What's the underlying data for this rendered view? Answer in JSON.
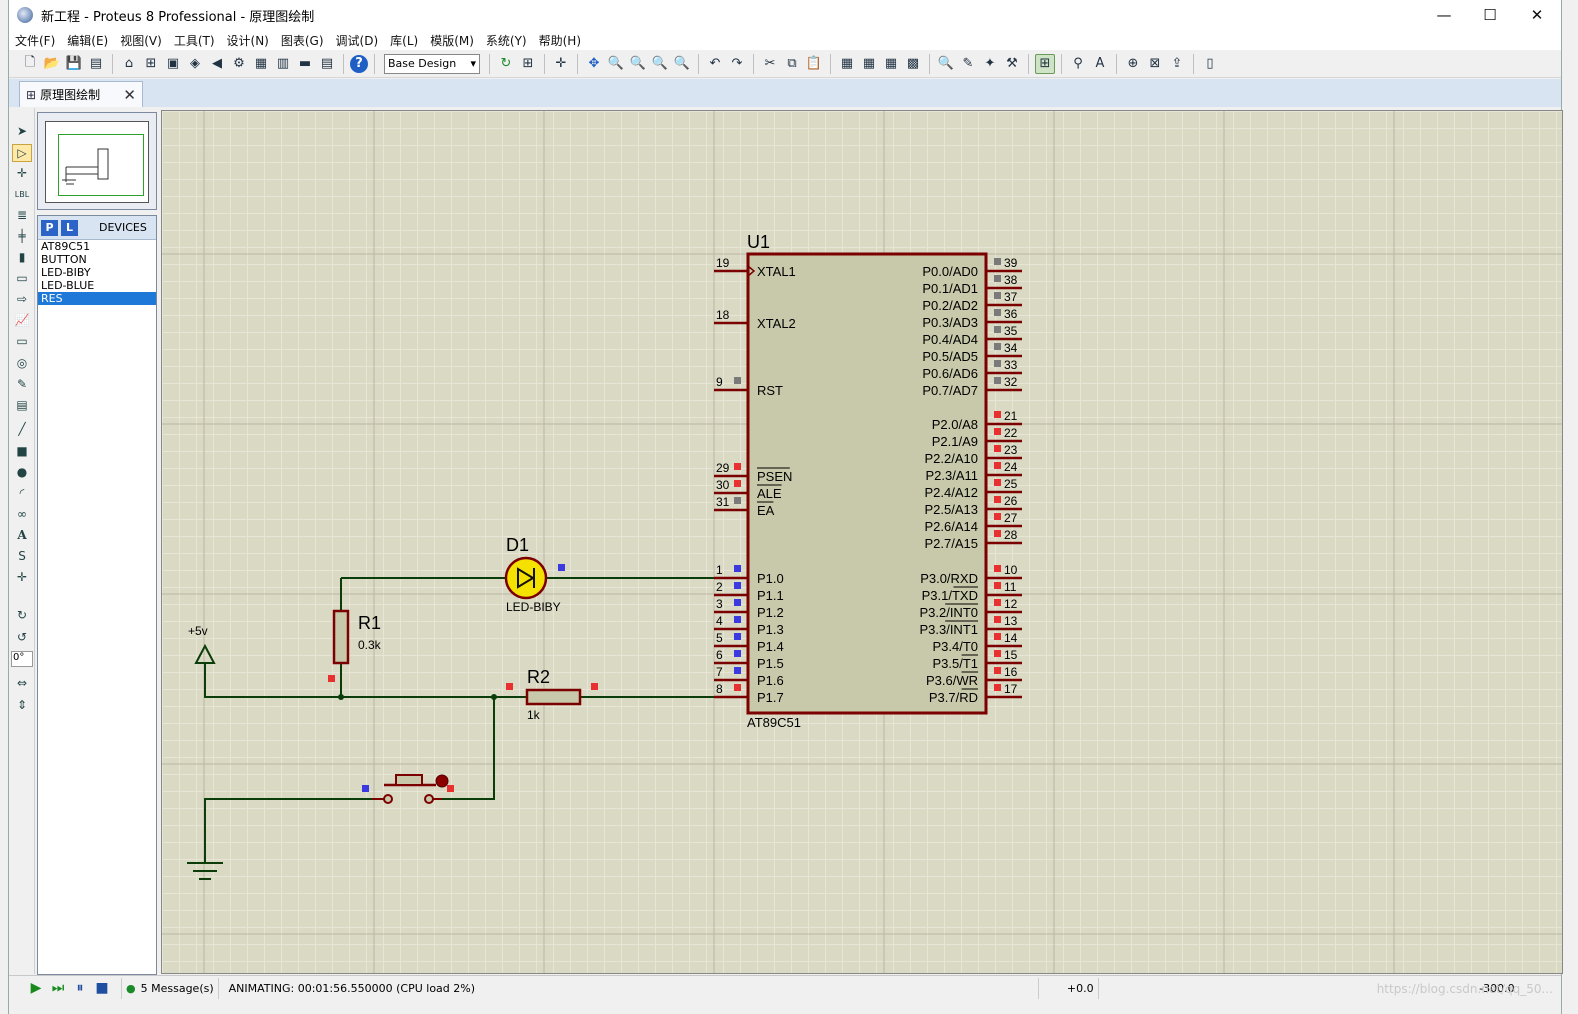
{
  "window": {
    "title": "新工程 - Proteus 8 Professional - 原理图绘制",
    "minimize": "—",
    "maximize": "☐",
    "close": "✕"
  },
  "menu": [
    "文件(F)",
    "编辑(E)",
    "视图(V)",
    "工具(T)",
    "设计(N)",
    "图表(G)",
    "调试(D)",
    "库(L)",
    "模版(M)",
    "系统(Y)",
    "帮助(H)"
  ],
  "toolbar": {
    "layer": "Base Design"
  },
  "tab": {
    "label": "原理图绘制"
  },
  "leftbar": {
    "angle": "0°"
  },
  "devices": {
    "p_button": "P",
    "l_button": "L",
    "header": "DEVICES",
    "items": [
      "AT89C51",
      "BUTTON",
      "LED-BIBY",
      "LED-BLUE",
      "RES"
    ],
    "selected": "RES"
  },
  "schematic": {
    "u1_ref": "U1",
    "u1_part": "AT89C51",
    "left_pins": [
      {
        "num": "19",
        "name": "XTAL1"
      },
      {
        "num": "18",
        "name": "XTAL2"
      },
      {
        "num": "9",
        "name": "RST"
      },
      {
        "num": "29",
        "name": "PSEN"
      },
      {
        "num": "30",
        "name": "ALE"
      },
      {
        "num": "31",
        "name": "EA"
      },
      {
        "num": "1",
        "name": "P1.0"
      },
      {
        "num": "2",
        "name": "P1.1"
      },
      {
        "num": "3",
        "name": "P1.2"
      },
      {
        "num": "4",
        "name": "P1.3"
      },
      {
        "num": "5",
        "name": "P1.4"
      },
      {
        "num": "6",
        "name": "P1.5"
      },
      {
        "num": "7",
        "name": "P1.6"
      },
      {
        "num": "8",
        "name": "P1.7"
      }
    ],
    "right_pins": [
      {
        "num": "39",
        "name": "P0.0/AD0"
      },
      {
        "num": "38",
        "name": "P0.1/AD1"
      },
      {
        "num": "37",
        "name": "P0.2/AD2"
      },
      {
        "num": "36",
        "name": "P0.3/AD3"
      },
      {
        "num": "35",
        "name": "P0.4/AD4"
      },
      {
        "num": "34",
        "name": "P0.5/AD5"
      },
      {
        "num": "33",
        "name": "P0.6/AD6"
      },
      {
        "num": "32",
        "name": "P0.7/AD7"
      },
      {
        "num": "21",
        "name": "P2.0/A8"
      },
      {
        "num": "22",
        "name": "P2.1/A9"
      },
      {
        "num": "23",
        "name": "P2.2/A10"
      },
      {
        "num": "24",
        "name": "P2.3/A11"
      },
      {
        "num": "25",
        "name": "P2.4/A12"
      },
      {
        "num": "26",
        "name": "P2.5/A13"
      },
      {
        "num": "27",
        "name": "P2.6/A14"
      },
      {
        "num": "28",
        "name": "P2.7/A15"
      },
      {
        "num": "10",
        "name": "P3.0/RXD"
      },
      {
        "num": "11",
        "name": "P3.1/TXD"
      },
      {
        "num": "12",
        "name": "P3.2/INT0"
      },
      {
        "num": "13",
        "name": "P3.3/INT1"
      },
      {
        "num": "14",
        "name": "P3.4/T0"
      },
      {
        "num": "15",
        "name": "P3.5/T1"
      },
      {
        "num": "16",
        "name": "P3.6/WR"
      },
      {
        "num": "17",
        "name": "P3.7/RD"
      }
    ],
    "d1_ref": "D1",
    "d1_part": "LED-BIBY",
    "r1_ref": "R1",
    "r1_value": "0.3k",
    "r2_ref": "R2",
    "r2_value": "1k",
    "power_label": "+5v",
    "colors": {
      "component": "#7b0000",
      "wire": "#0a3d0a",
      "body": "#c8c8aa",
      "led": "#f5e100"
    }
  },
  "status": {
    "messages": "5 Message(s)",
    "animation": "ANIMATING: 00:01:56.550000 (CPU load 2%)",
    "x_coord": "+0.0",
    "y_coord": "-300.0",
    "watermark": "https://blog.csdn.net/qq_50..."
  }
}
